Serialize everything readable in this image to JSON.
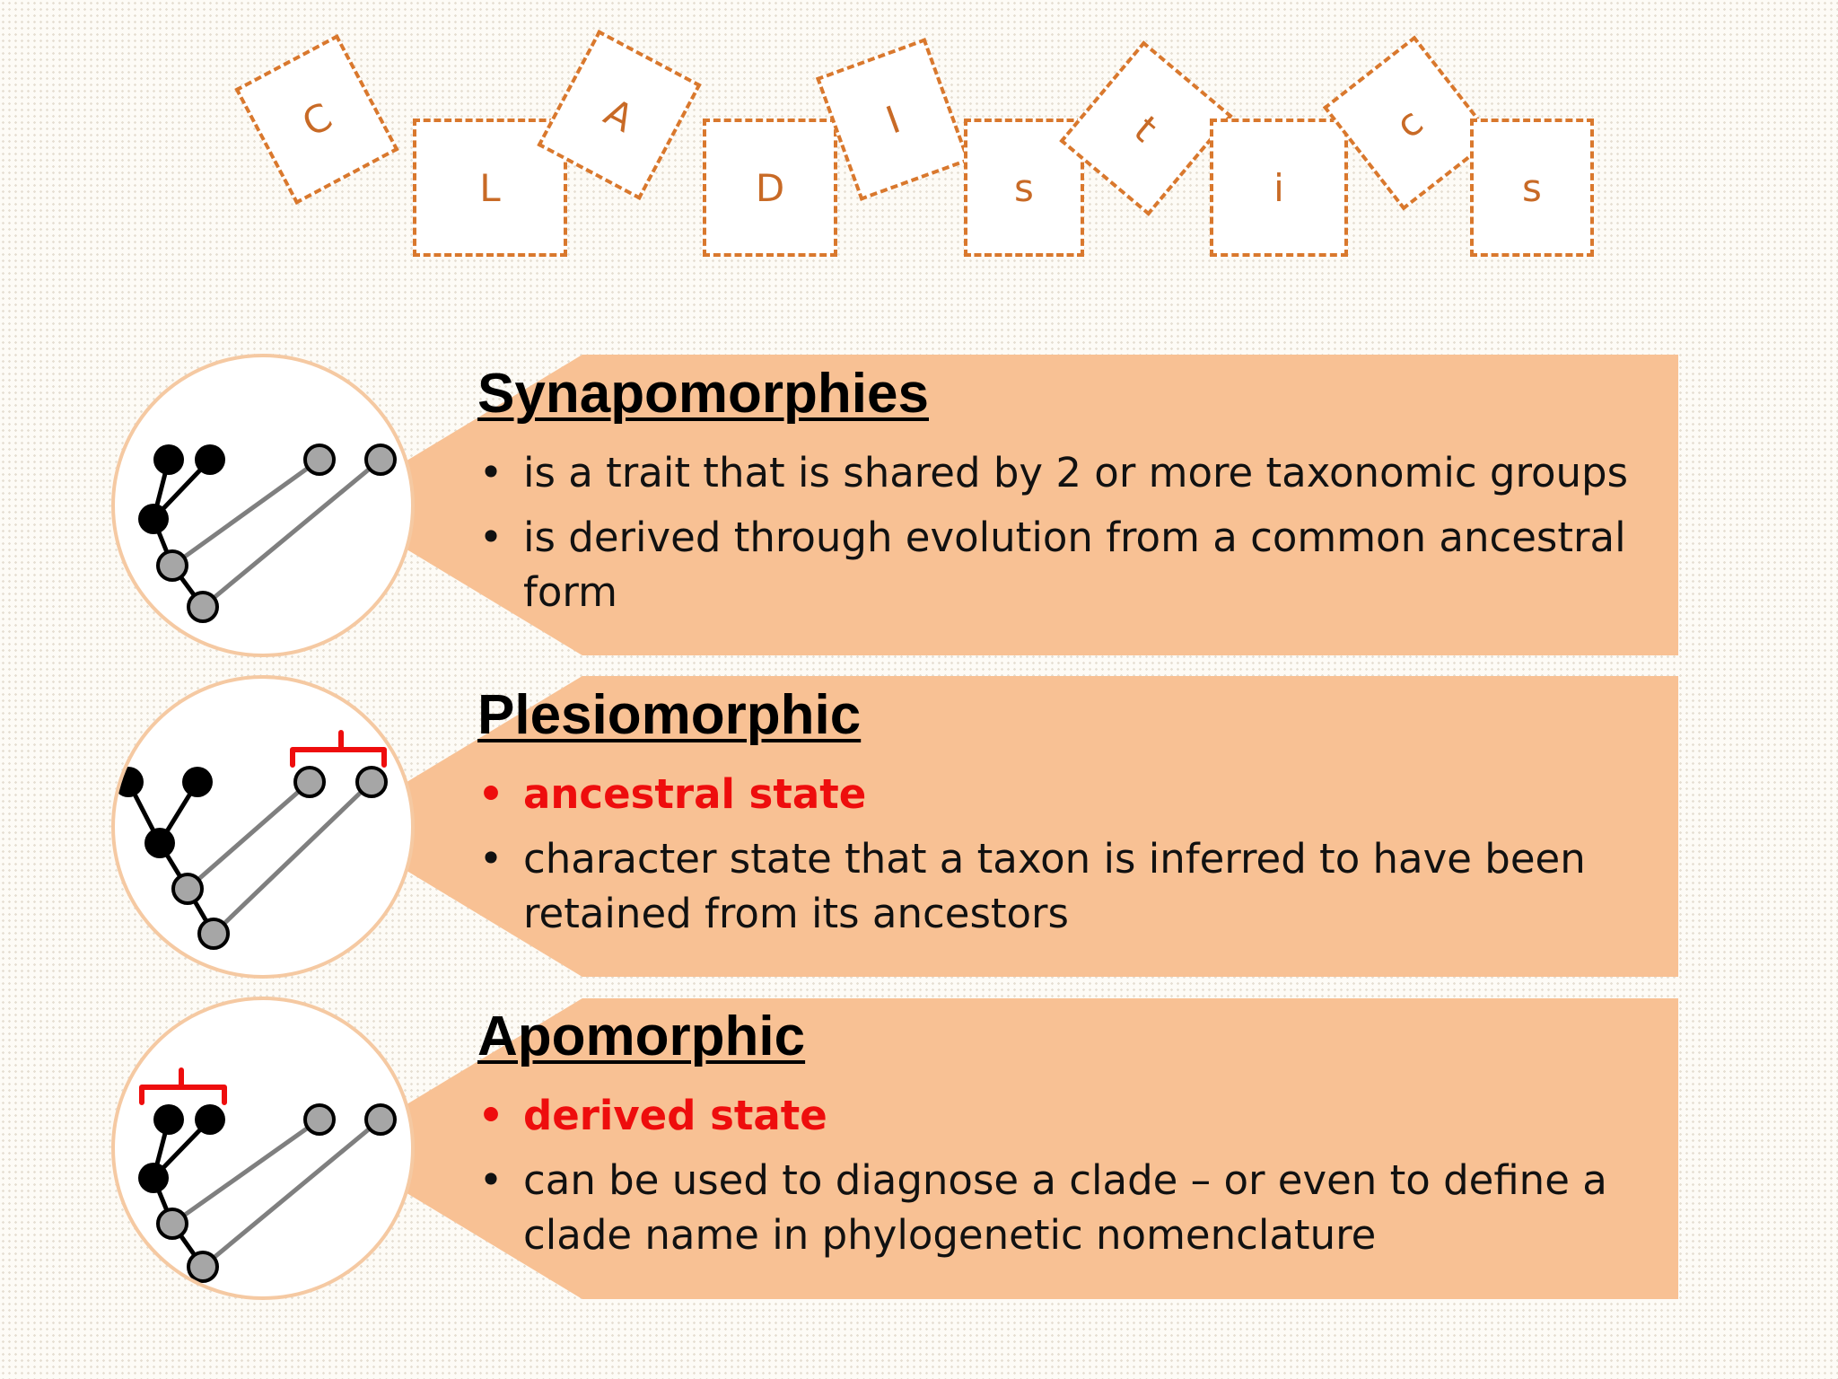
{
  "title_letters": [
    "C",
    "L",
    "A",
    "D",
    "I",
    "s",
    "t",
    "i",
    "c",
    "s"
  ],
  "colors": {
    "tile_border": "#d9782d",
    "band": "#f8c194",
    "circle_border": "#f5c9a2",
    "highlight": "#ee0d0d",
    "derived_node": "#000000",
    "ancestral_node": "#a6a6a6",
    "ancestral_branch": "#7f7f7f"
  },
  "cards": [
    {
      "heading": "Synapomorphies",
      "icon": "cladogram-icon",
      "bracket": "none",
      "bullets": [
        "is a trait that is shared by 2 or more taxonomic groups",
        "is derived through evolution from a common ancestral form"
      ]
    },
    {
      "heading": "Plesiomorphic",
      "icon": "cladogram-icon",
      "bracket": "gray-tips",
      "bullets": [
        "ancestral state",
        "character state that a taxon is inferred to have been retained from its ancestors"
      ]
    },
    {
      "heading": "Apomorphic",
      "icon": "cladogram-icon",
      "bracket": "black-tips",
      "bullets": [
        "derived state",
        "can be used to diagnose a clade – or even to define a clade name in phylogenetic nomenclature"
      ]
    }
  ]
}
